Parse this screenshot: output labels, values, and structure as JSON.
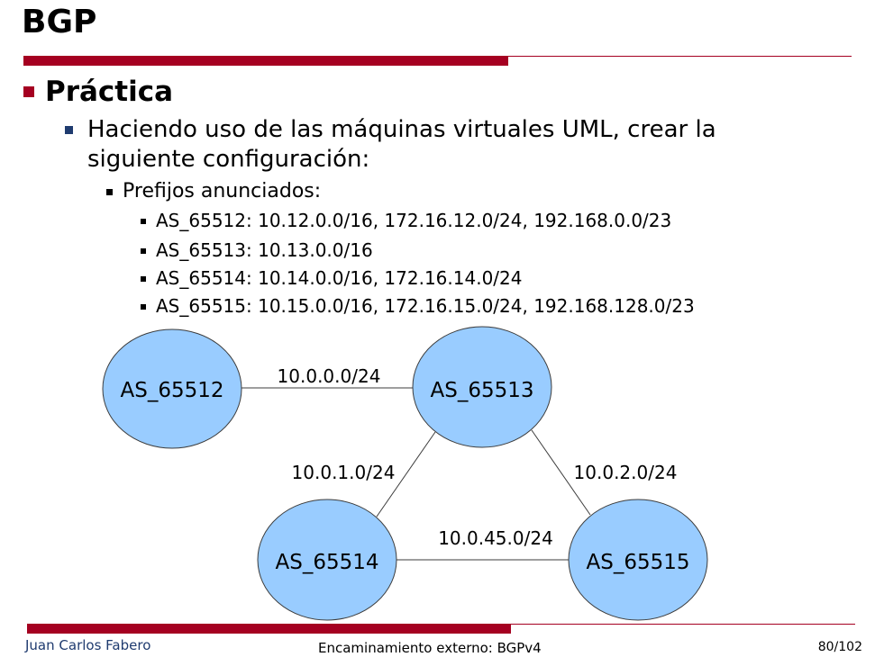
{
  "header": {
    "title": "BGP"
  },
  "content": {
    "heading": "Práctica",
    "paragraph": "Haciendo uso de las máquinas virtuales UML, crear la siguiente configuración:",
    "subheading": "Prefijos anunciados:",
    "prefixes": [
      "AS_65512: 10.12.0.0/16, 172.16.12.0/24, 192.168.0.0/23",
      "AS_65513: 10.13.0.0/16",
      "AS_65514: 10.14.0.0/16, 172.16.14.0/24",
      "AS_65515: 10.15.0.0/16, 172.16.15.0/24, 192.168.128.0/23"
    ]
  },
  "diagram": {
    "nodes": [
      "AS_65512",
      "AS_65513",
      "AS_65514",
      "AS_65515"
    ],
    "links": [
      {
        "from": "AS_65512",
        "to": "AS_65513",
        "label": "10.0.0.0/24"
      },
      {
        "from": "AS_65513",
        "to": "AS_65514",
        "label": "10.0.1.0/24"
      },
      {
        "from": "AS_65513",
        "to": "AS_65515",
        "label": "10.0.2.0/24"
      },
      {
        "from": "AS_65514",
        "to": "AS_65515",
        "label": "10.0.45.0/24"
      }
    ],
    "colors": {
      "node_fill": "#99ccff",
      "node_stroke": "#3c3c3c",
      "link": "#3c3c3c"
    }
  },
  "footer": {
    "author": "Juan Carlos Fabero",
    "center": "Encaminamiento externo: BGPv4",
    "page": "80/102"
  },
  "theme": {
    "accent": "#a50021",
    "secondary": "#1f3b6f"
  }
}
